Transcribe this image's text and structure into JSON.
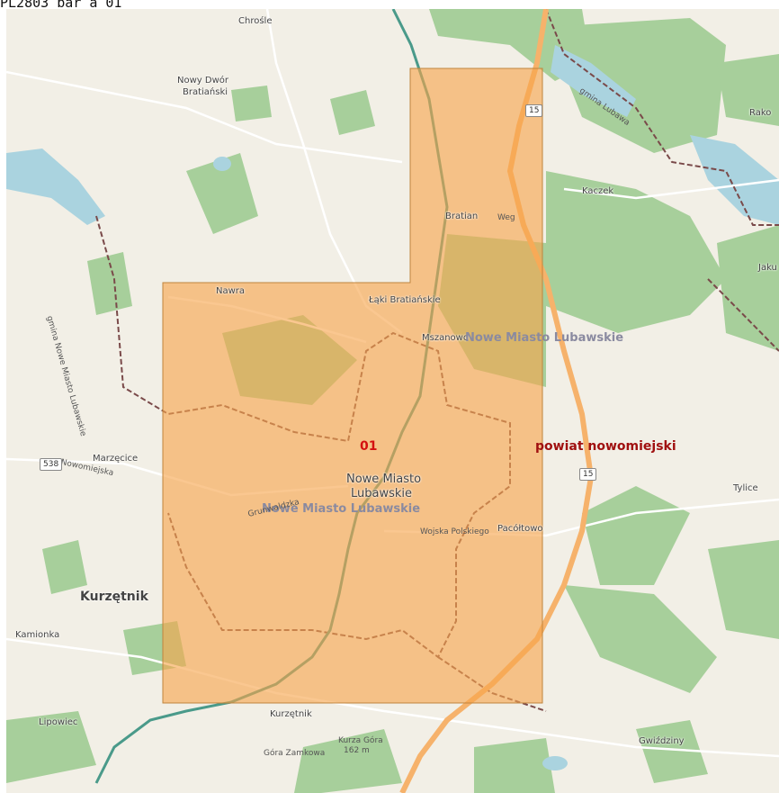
{
  "caption": "PL2803_bar_a_01",
  "sheet": {
    "label": "01",
    "fill_color": "#f7a44c"
  },
  "county_label": "powiat nowomiejski",
  "admin_labels": {
    "commune_north": "Nowe Miasto Lubawskie",
    "commune_center": "Nowe Miasto Lubawskie"
  },
  "town": {
    "line1": "Nowe Miasto",
    "line2": "Lubawskie"
  },
  "places": {
    "chrosle": "Chrośle",
    "nowy_dwor": "Nowy Dwór",
    "bratianski": "Bratiański",
    "bratian": "Bratian",
    "nawra": "Nawra",
    "laki": "Łąki Bratiańskie",
    "mszanowo": "Mszanowo",
    "kaczek": "Kaczek",
    "marzecice": "Marzęcice",
    "kurzetnik_big": "Kurzętnik",
    "kamionka": "Kamionka",
    "lipowiec": "Lipowiec",
    "kurzetnik": "Kurzętnik",
    "kurza_gora": "Kurza Góra",
    "kurza_gora_elev": "162 m",
    "gora_zamkowa": "Góra Zamkowa",
    "gwizdziny": "Gwiździny",
    "pacoltowo": "Pacółtowo",
    "tylice": "Tylice",
    "rakowo": "Rako",
    "jakubkowo": "Jaku",
    "gmina_vertical": "gmina Nowe Miasto Lubawskie",
    "gmina_lubawa": "gmina Lubawa"
  },
  "streets": {
    "grunwaldzka": "Grunwaldzka",
    "nowomiejska": "Nowomiejska",
    "wojska_polskiego": "Wojska Polskiego",
    "weg": "Weg"
  },
  "roads": {
    "r15_north": "15",
    "r15_south": "15",
    "r538": "538"
  },
  "colors": {
    "land": "#f2efe6",
    "forest": "#a7cf9b",
    "water": "#aad3df",
    "river": "#4a9a8a",
    "road_major": "#f6b26b",
    "border": "#7a4a4a"
  }
}
